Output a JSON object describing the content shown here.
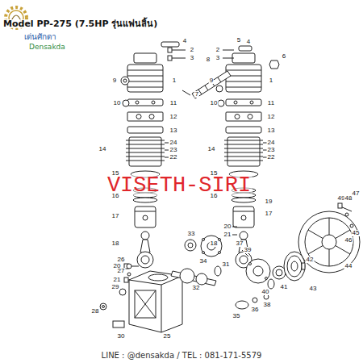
{
  "diagram": {
    "title": "Model PP-275 (7.5HP รุ่นแฟนลิ้น)",
    "caption": "LINE : @densakda / TEL : 081-171-5579",
    "labels": [
      "เด่นศักดา",
      "Densakda",
      "VISETH-SIRI",
      "2",
      "4",
      "3",
      "1",
      "7",
      "9",
      "10",
      "11",
      "12",
      "13",
      "14",
      "24",
      "23",
      "22",
      "15",
      "16",
      "17",
      "18",
      "20",
      "21",
      "8",
      "2",
      "5",
      "3",
      "4",
      "6",
      "1",
      "9",
      "10",
      "11",
      "12",
      "13",
      "14",
      "24",
      "23",
      "22",
      "15",
      "16",
      "19",
      "17",
      "18",
      "20",
      "21",
      "33",
      "34",
      "31",
      "32",
      "26",
      "27",
      "29",
      "28",
      "30",
      "25",
      "37",
      "39",
      "35",
      "36",
      "38",
      "40",
      "41",
      "42",
      "43",
      "44",
      "49",
      "48",
      "47",
      "46",
      "45"
    ]
  }
}
